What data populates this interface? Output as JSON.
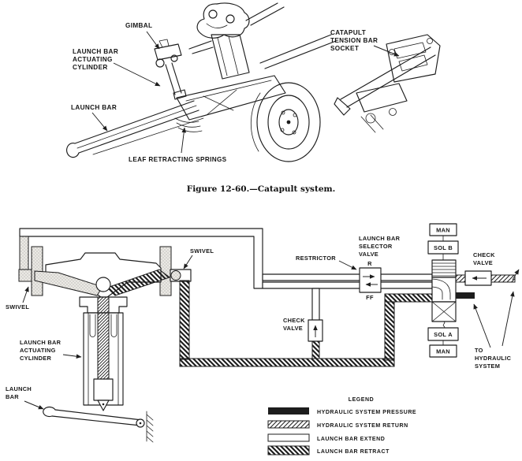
{
  "figure": {
    "caption": "Figure 12-60.—Catapult system."
  },
  "illustration": {
    "labels": {
      "gimbal": "GIMBAL",
      "cyl": [
        "LAUNCH BAR",
        "ACTUATING",
        "CYLINDER"
      ],
      "launch_bar": "LAUNCH BAR",
      "springs": "LEAF RETRACTING SPRINGS",
      "socket": [
        "CATAPULT",
        "TENSION BAR",
        "SOCKET"
      ]
    }
  },
  "schematic": {
    "labels": {
      "swivel_left": "SWIVEL",
      "swivel_right": "SWIVEL",
      "restrictor": "RESTRICTOR",
      "selector": [
        "LAUNCH BAR",
        "SELECTOR",
        "VALVE"
      ],
      "check_valve_mid": [
        "CHECK",
        "VALVE"
      ],
      "check_valve_right": [
        "CHECK",
        "VALVE"
      ],
      "cyl": [
        "LAUNCH BAR",
        "ACTUATING",
        "CYLINDER"
      ],
      "bar": [
        "LAUNCH",
        "BAR"
      ],
      "to_system": [
        "TO",
        "HYDRAULIC",
        "SYSTEM"
      ]
    },
    "valve": {
      "r": "R",
      "ff": "FF",
      "man_top": "MAN",
      "sol_b": "SOL B",
      "sol_a": "SOL A",
      "man_bottom": "MAN"
    },
    "legend": {
      "title": "LEGEND",
      "items": [
        {
          "key": "pressure",
          "label": "HYDRAULIC SYSTEM PRESSURE"
        },
        {
          "key": "return",
          "label": "HYDRAULIC SYSTEM RETURN"
        },
        {
          "key": "extend",
          "label": "LAUNCH BAR EXTEND"
        },
        {
          "key": "retract",
          "label": "LAUNCH BAR RETRACT"
        }
      ]
    }
  },
  "colors": {
    "ink": "#1d1d1d",
    "paper": "#ffffff"
  }
}
